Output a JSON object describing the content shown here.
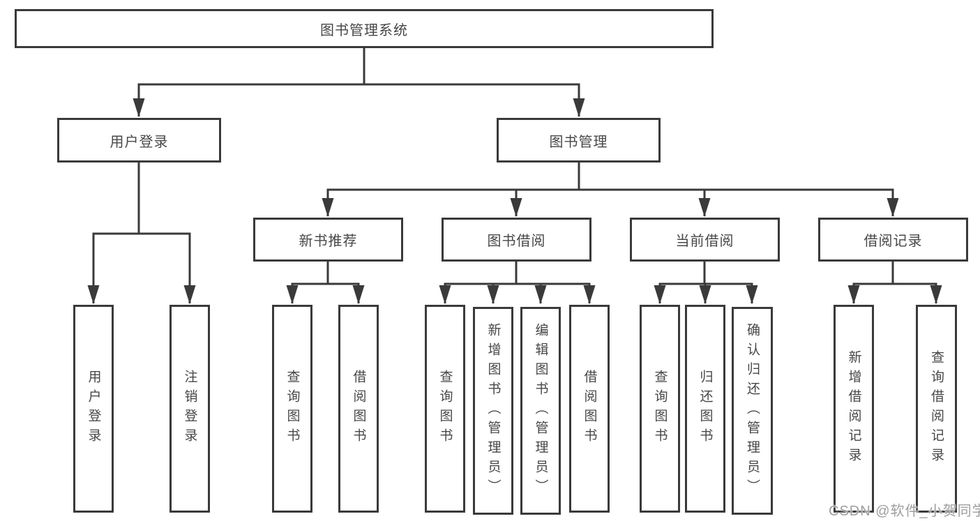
{
  "diagram_type": "hierarchy-chart",
  "tree": {
    "label": "图书管理系统",
    "children": [
      {
        "label": "用户登录",
        "children": [
          {
            "label": "用户登录"
          },
          {
            "label": "注销登录"
          }
        ]
      },
      {
        "label": "图书管理",
        "children": [
          {
            "label": "新书推荐",
            "children": [
              {
                "label": "查询图书"
              },
              {
                "label": "借阅图书"
              }
            ]
          },
          {
            "label": "图书借阅",
            "children": [
              {
                "label": "查询图书"
              },
              {
                "label": "新增图书（管理员）"
              },
              {
                "label": "编辑图书（管理员）"
              },
              {
                "label": "借阅图书"
              }
            ]
          },
          {
            "label": "当前借阅",
            "children": [
              {
                "label": "查询图书"
              },
              {
                "label": "归还图书"
              },
              {
                "label": "确认归还（管理员）"
              }
            ]
          },
          {
            "label": "借阅记录",
            "children": [
              {
                "label": "新增借阅记录"
              },
              {
                "label": "查询借阅记录"
              }
            ]
          }
        ]
      }
    ]
  },
  "watermark": {
    "text": "CSDN @软件_小贺同学"
  },
  "colors": {
    "line": "#3a3a3a",
    "box_border": "#3a3a3a",
    "text": "#474747",
    "watermark": "#9e9e9e",
    "background": "#ffffff"
  }
}
